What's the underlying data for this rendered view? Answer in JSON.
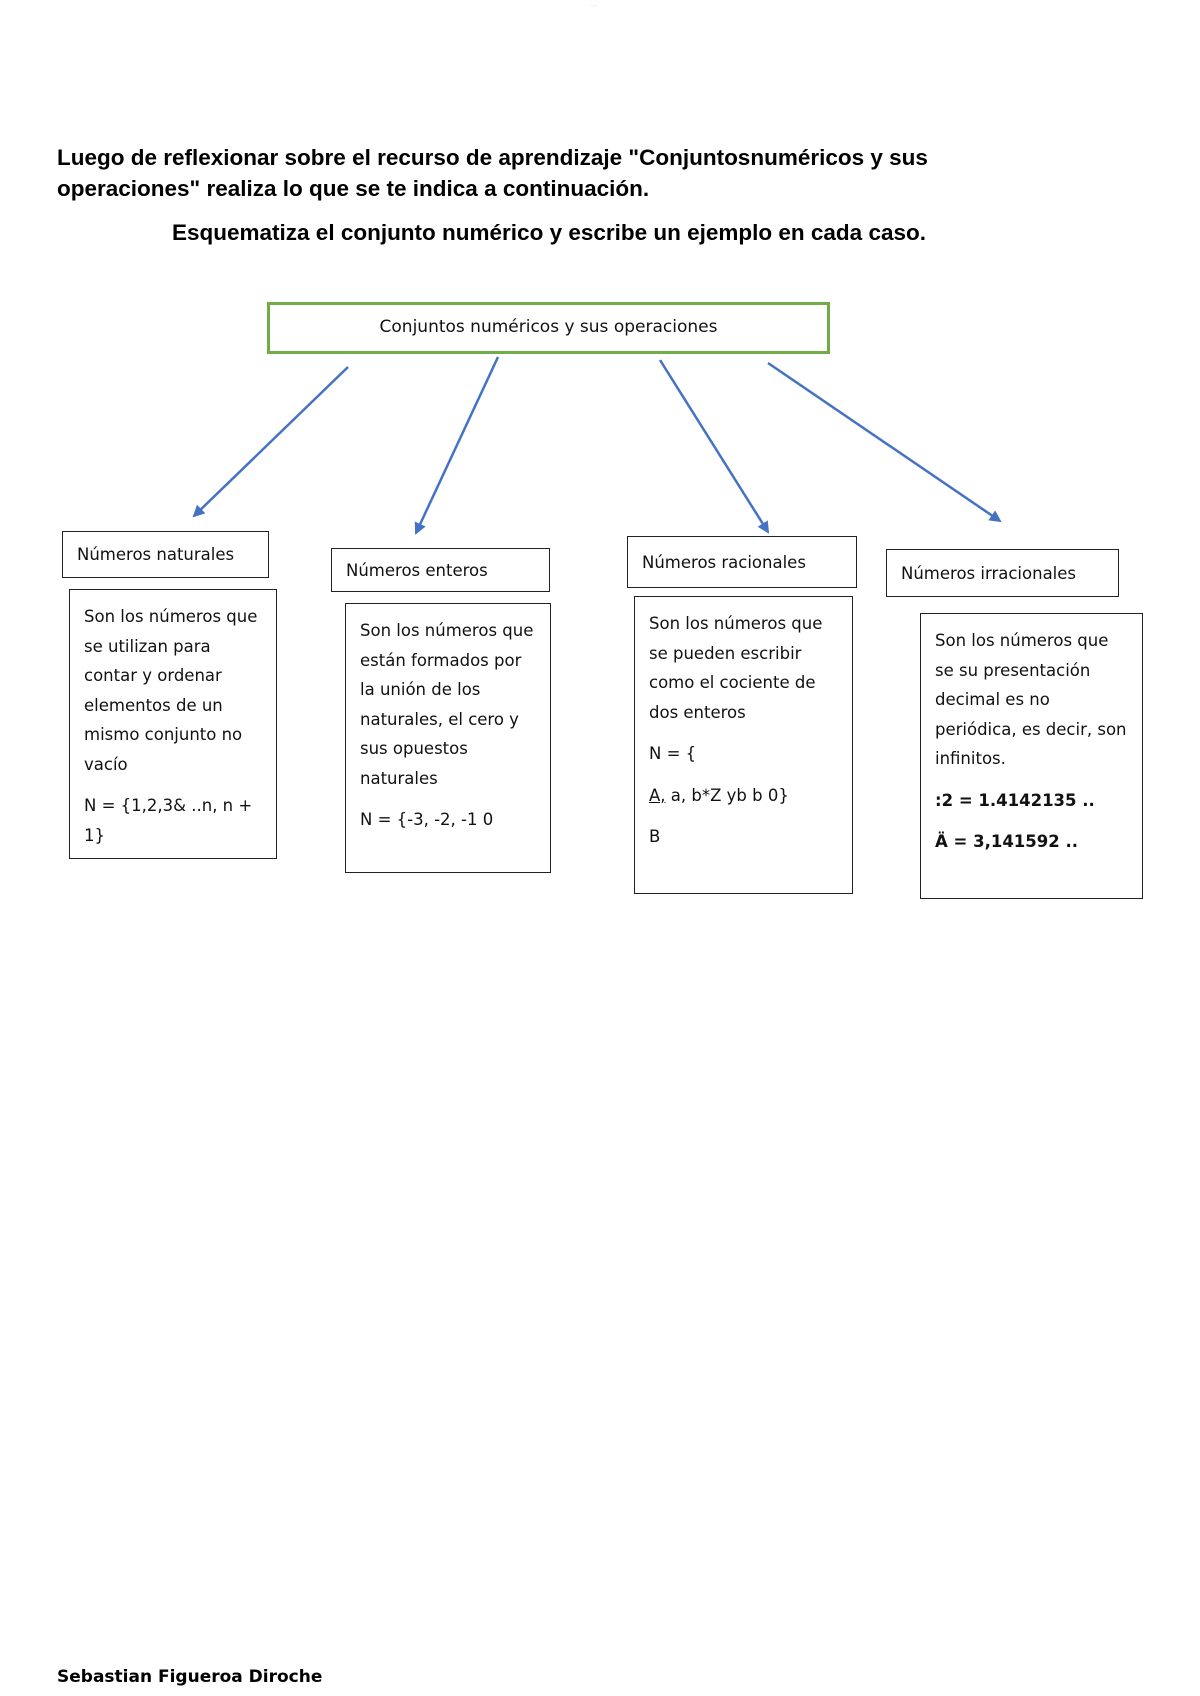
{
  "header": {
    "top_mark": "..",
    "intro": "Luego de reflexionar   sobre el recurso de aprendizaje  \"Conjuntosnuméricos y sus operaciones\" realiza lo que se te indica a continuación.",
    "instruction": "Esquematiza el conjunto numérico y escribe un ejemplo en cada caso."
  },
  "diagram": {
    "root": "Conjuntos numéricos y sus operaciones",
    "naturales": {
      "title": "Números naturales",
      "desc": "Son los números que se utilizan para contar y ordenar elementos de un mismo conjunto no vacío",
      "example": "N = {1,2,3& ..n, n + 1}"
    },
    "enteros": {
      "title": "Números enteros",
      "desc": "Son los números que están formados por la unión de los naturales, el cero y sus opuestos naturales",
      "example": "N = {-3, -2, -1 0"
    },
    "racionales": {
      "title": "Números racionales",
      "desc": "Son los números que se pueden escribir como el cociente de dos enteros",
      "example_1": "N = {",
      "example_2_a": "A,",
      "example_2_b": " a, b*Z yb b 0}",
      "example_3": "B"
    },
    "irracionales": {
      "title": "Números irracionales",
      "desc": "Son los números que se su presentación decimal es no periódica, es decir, son infinitos.",
      "example_1": ":2 = 1.4142135 ..",
      "example_2": "Ä = 3,141592 .."
    }
  },
  "colors": {
    "root_border": "#70ad47",
    "arrow": "#4472c4"
  },
  "footer": {
    "author": "Sebastian Figueroa Diroche"
  }
}
